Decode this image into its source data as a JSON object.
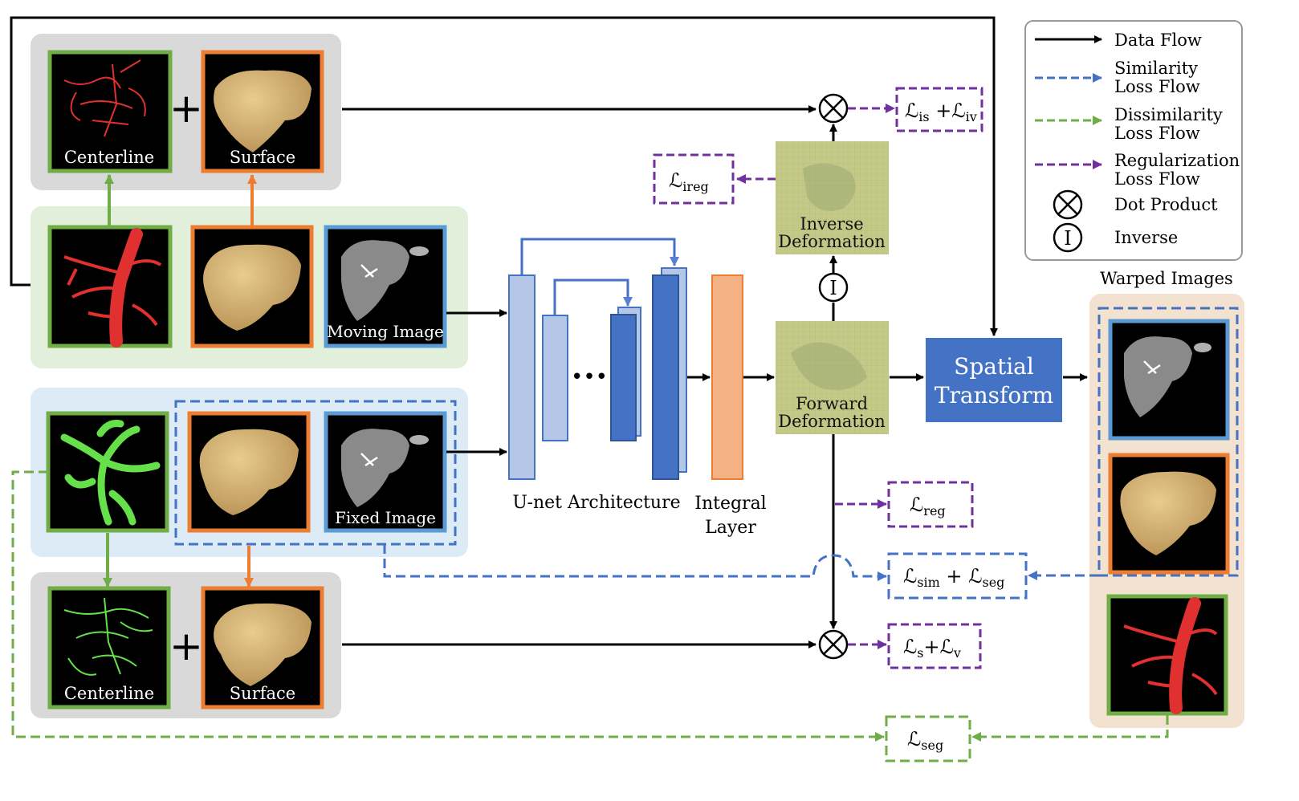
{
  "labels": {
    "moving_centerline": "Centerline",
    "moving_surface": "Surface",
    "moving_image": "Moving Image",
    "fixed_image": "Fixed Image",
    "fixed_centerline": "Centerline",
    "fixed_surface": "Surface",
    "unet": "U-net Architecture",
    "integral_line1": "Integral",
    "integral_line2": "Layer",
    "inverse_line1": "Inverse",
    "inverse_line2": "Deformation",
    "forward_line1": "Forward",
    "forward_line2": "Deformation",
    "spatial_line1": "Spatial",
    "spatial_line2": "Transform",
    "warped_images": "Warped Images",
    "ellipsis": "•••",
    "plus": "+",
    "inverse_symbol": "I",
    "dot_symbol": "×"
  },
  "losses": {
    "l": "ℒ",
    "is_sub": "is",
    "iv_sub": "iv",
    "ireg_sub": "ireg",
    "reg_sub": "reg",
    "sim_sub": "sim",
    "seg_sub": "seg",
    "s_sub": "s",
    "v_sub": "v",
    "plus": "+",
    "plus_spaced": " +"
  },
  "legend": {
    "data_flow": "Data Flow",
    "similarity_1": "Similarity",
    "similarity_2": "Loss Flow",
    "dissimilarity_1": "Dissimilarity",
    "dissimilarity_2": "Loss Flow",
    "regularization_1": "Regularization",
    "regularization_2": "Loss Flow",
    "dot_product": "Dot Product",
    "inverse": "Inverse"
  },
  "colors": {
    "data": "#000000",
    "similarity": "#4472c4",
    "dissimilarity": "#70ad47",
    "regularization": "#7030a0",
    "orange": "#ed7d31",
    "green_frame": "#70ad47",
    "blue_frame": "#5b9bd5",
    "spatial_box": "#4472c4",
    "unet_light": "#b4c7e7",
    "unet_dark": "#4472c4",
    "integral": "#f4b183"
  }
}
